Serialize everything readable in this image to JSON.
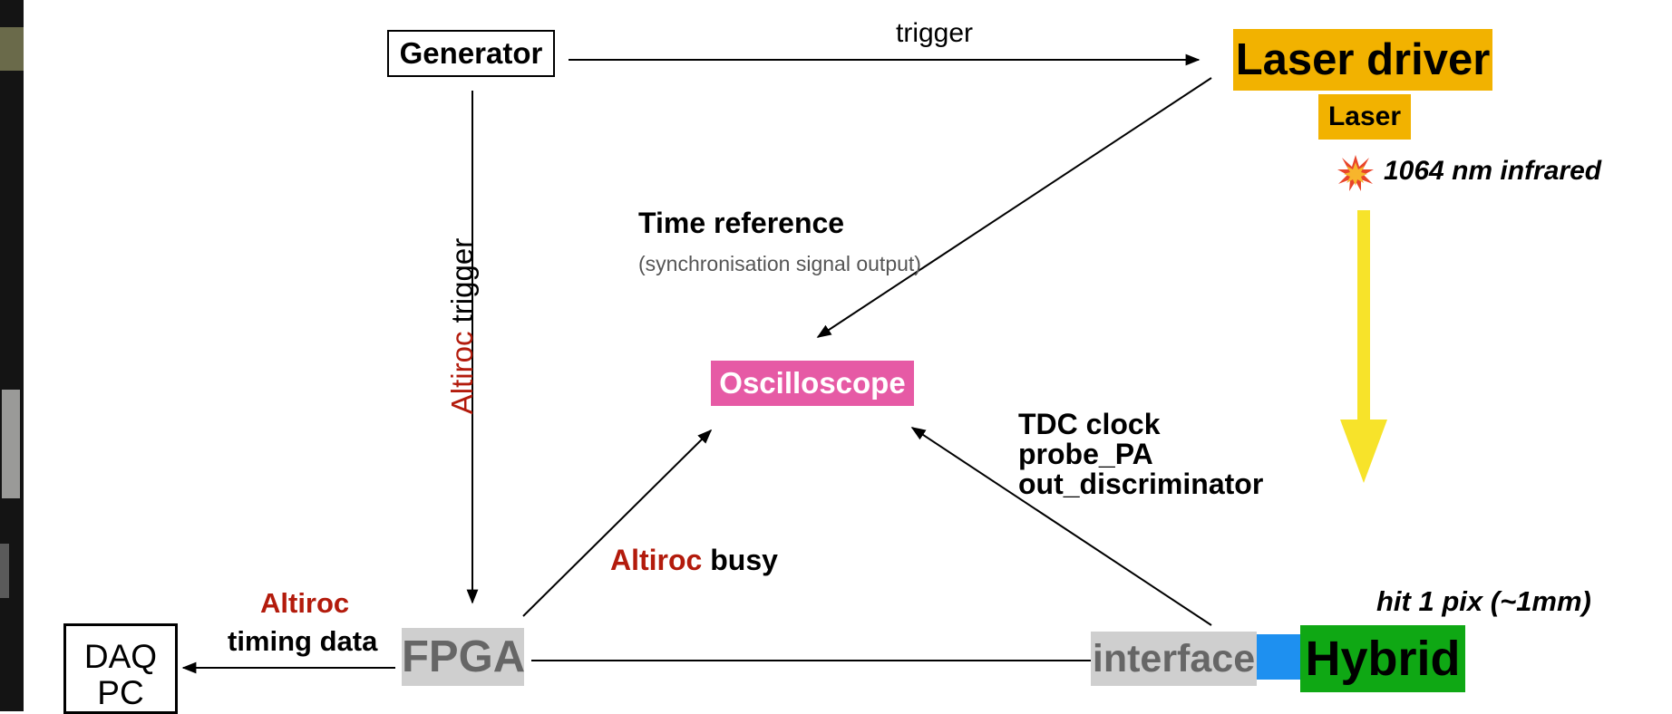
{
  "colors": {
    "laser_box": "#f2b200",
    "oscilloscope_box": "#e65aa5",
    "fpga_box": "#cfcfcf",
    "interface_box": "#cfcfcf",
    "blue_block": "#1e90f0",
    "hybrid_box": "#0fa814",
    "laser_beam": "#f7e32a",
    "altiroc_red": "#b31b0c"
  },
  "nodes": {
    "generator": "Generator",
    "laser_driver": "Laser driver",
    "laser": "Laser",
    "oscilloscope": "Oscilloscope",
    "fpga": "FPGA",
    "daq_line1": "DAQ",
    "daq_line2": "PC",
    "interface": "interface",
    "hybrid": "Hybrid"
  },
  "labels": {
    "trigger": "trigger",
    "infrared": "1064 nm infrared",
    "time_reference": "Time reference",
    "sync_output": "(synchronisation signal output)",
    "altiroc_trigger_red": "Altiroc",
    "altiroc_trigger_black": " trigger",
    "tdc_clock": "TDC clock",
    "probe_pa": "probe_PA",
    "out_discriminator": "out_discriminator",
    "busy_red": "Altiroc",
    "busy_black": " busy",
    "timing_red": "Altiroc",
    "timing_black": "timing data",
    "hit": "hit 1 pix (~1mm)"
  },
  "icons": {
    "burst": "collision-burst-icon"
  }
}
